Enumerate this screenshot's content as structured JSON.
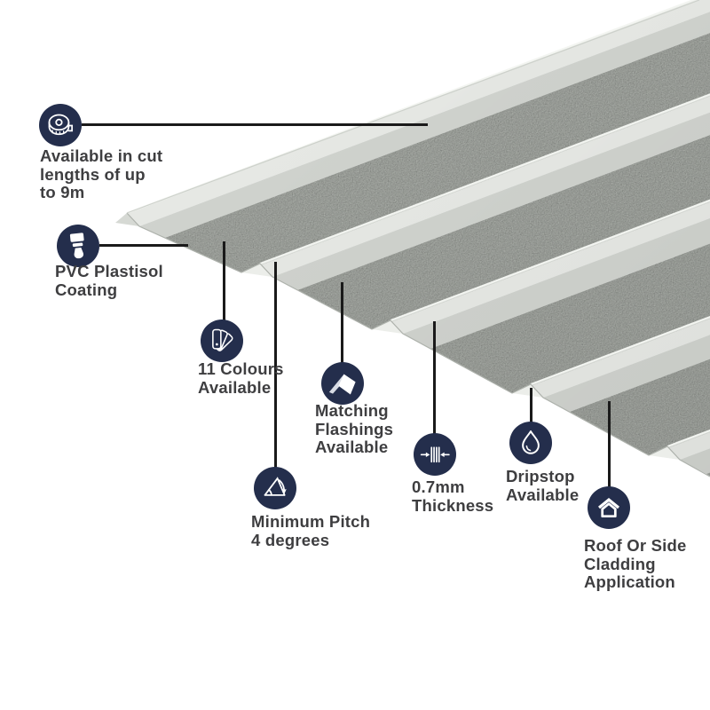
{
  "infographic": {
    "subject": "box-profile-roofing-sheet",
    "colors": {
      "badge_navy": "#242e4c",
      "callout_line": "#1a1a1a",
      "label_text": "#3e3e40",
      "sheet_crest": "#e9ebe7",
      "sheet_upper_face": "#d2d5d0",
      "sheet_valley": "#b5b9b3",
      "sheet_rise": "#e3e6e1",
      "background": "#ffffff"
    },
    "callouts": [
      {
        "icon": "tape-measure-icon",
        "label": "Available in cut\nlengths of up\nto 9m"
      },
      {
        "icon": "paint-brush-icon",
        "label": "PVC Plastisol\nCoating"
      },
      {
        "icon": "colour-fan-icon",
        "label": "11 Colours\nAvailable"
      },
      {
        "icon": "flashing-icon",
        "label": "Matching\nFlashings\nAvailable"
      },
      {
        "icon": "pitch-angle-icon",
        "label": "Minimum Pitch\n4 degrees"
      },
      {
        "icon": "thickness-icon",
        "label": "0.7mm\nThickness"
      },
      {
        "icon": "droplet-icon",
        "label": "Dripstop\nAvailable"
      },
      {
        "icon": "house-icon",
        "label": "Roof Or Side\nCladding\nApplication"
      }
    ]
  }
}
